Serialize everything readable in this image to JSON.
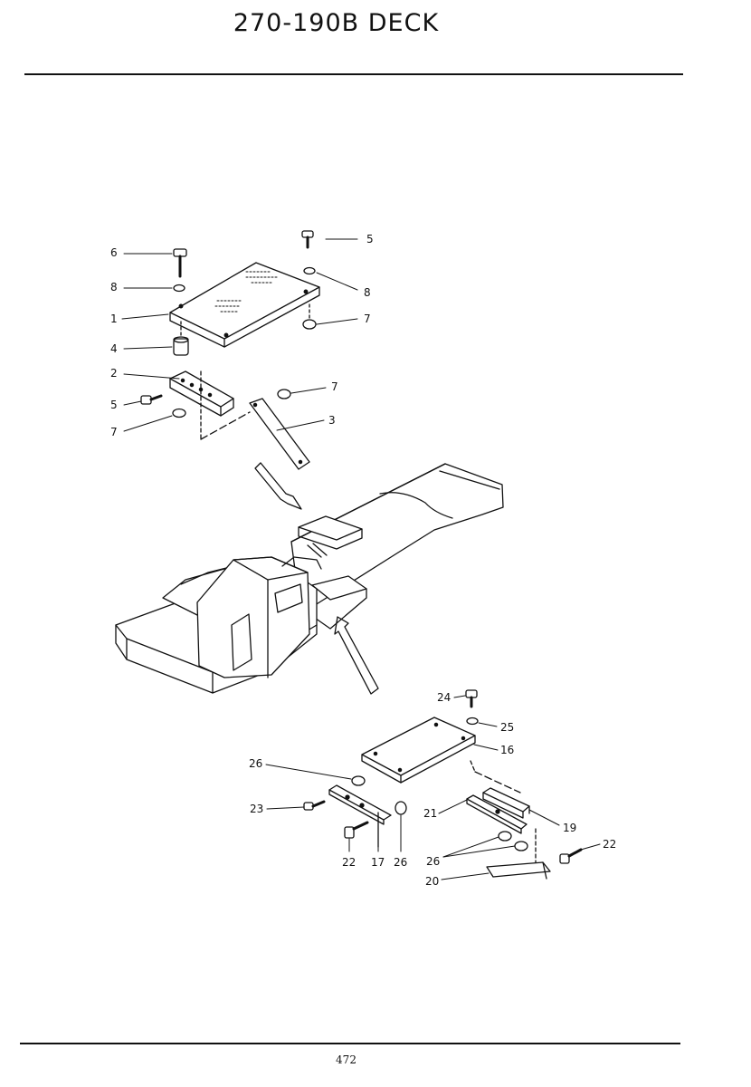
{
  "title": "270-190B  DECK",
  "page_number": "472",
  "labels": {
    "l6": "6",
    "l5a": "5",
    "l8a": "8",
    "l8b": "8",
    "l1": "1",
    "l7a": "7",
    "l4": "4",
    "l2": "2",
    "l5b": "5",
    "l7b": "7",
    "l7c": "7",
    "l3": "3",
    "l24": "24",
    "l25": "25",
    "l16": "16",
    "l26a": "26",
    "l23": "23",
    "l21": "21",
    "l19": "19",
    "l22a": "22",
    "l17": "17",
    "l26b": "26",
    "l26c": "26",
    "l22b": "22",
    "l20": "20"
  }
}
